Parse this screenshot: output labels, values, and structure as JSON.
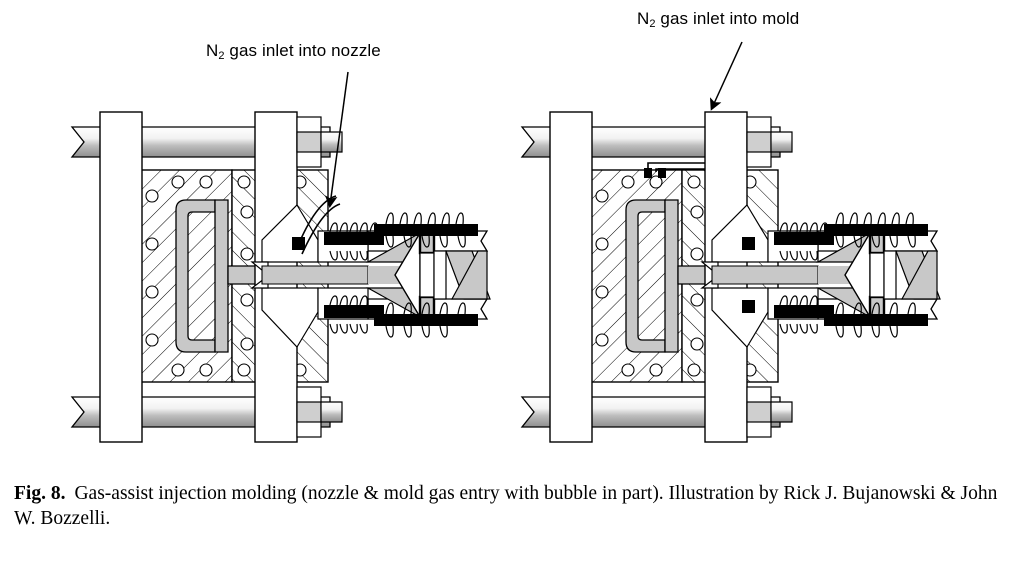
{
  "figure": {
    "number": "Fig. 8.",
    "caption": "Gas-assist injection molding (nozzle & mold gas entry with bubble in part). Illustration by Rick J. Bujanowski & John W. Bozzelli."
  },
  "annotations": [
    {
      "id": "nozzle-gas-inlet",
      "text_prefix": "N",
      "subscript": "2",
      "text_suffix": " gas inlet into nozzle",
      "full_text": "N2 gas inlet into nozzle",
      "points_to": "nozzle"
    },
    {
      "id": "mold-gas-inlet",
      "text_prefix": "N",
      "subscript": "2",
      "text_suffix": " gas inlet into mold",
      "full_text": "N2 gas inlet into mold",
      "points_to": "mold"
    }
  ],
  "diagrams": [
    {
      "id": "left-diagram",
      "name": "nozzle-gas-entry-diagram",
      "description": "Injection molding machine cross-section with nitrogen gas entering through the nozzle"
    },
    {
      "id": "right-diagram",
      "name": "mold-gas-entry-diagram",
      "description": "Injection molding machine cross-section with nitrogen gas entering directly into the mold"
    }
  ],
  "colors": {
    "outline": "#000000",
    "hatch_line": "#000000",
    "part_fill": "#c8c8c8",
    "heater_band": "#000000",
    "tie_bar_light": "#ffffff",
    "tie_bar_mid": "#c0c0c0",
    "screw_fill": "#c8c8c8",
    "background": "#ffffff"
  }
}
